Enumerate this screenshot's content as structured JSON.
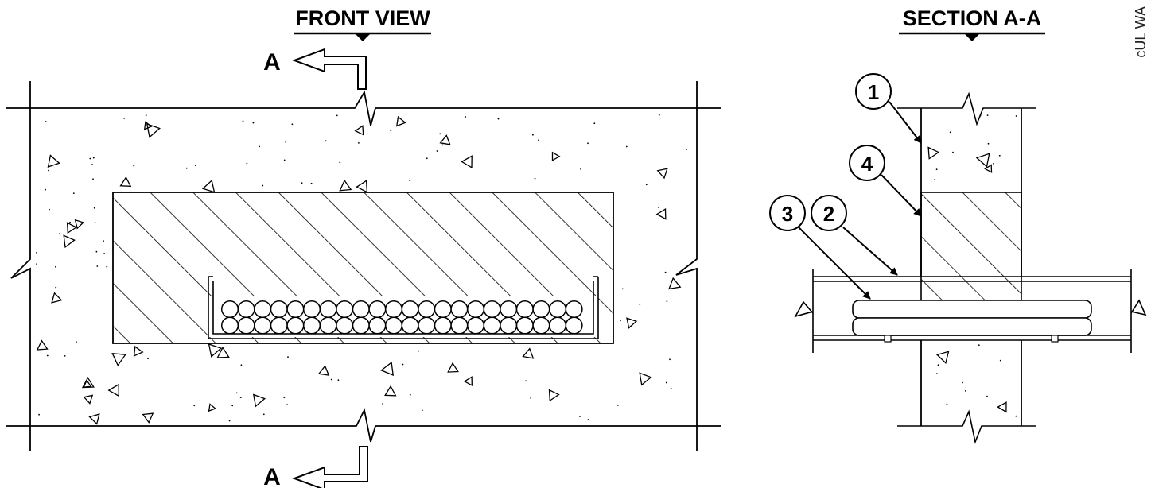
{
  "front_view": {
    "title": "FRONT VIEW",
    "section_marks": [
      "A",
      "A"
    ]
  },
  "section_view": {
    "title": "SECTION A-A",
    "callouts": [
      "1",
      "4",
      "3",
      "2"
    ]
  },
  "side_text": "cUL WA"
}
